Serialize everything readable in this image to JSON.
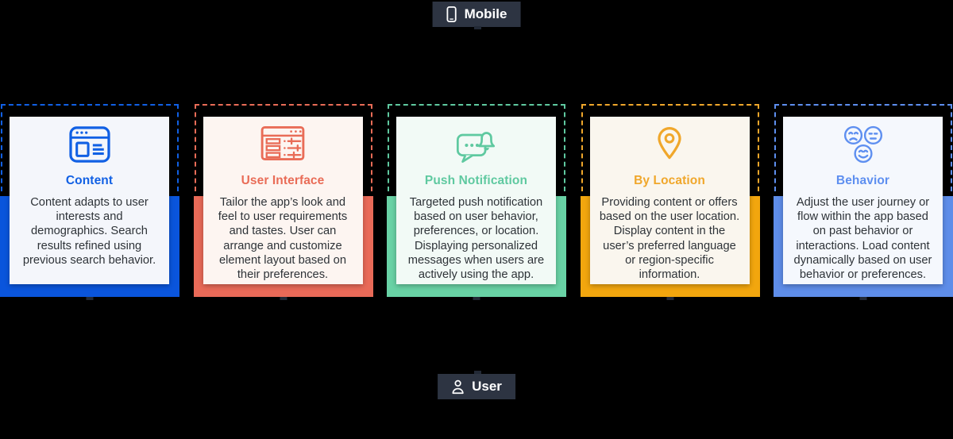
{
  "page": {
    "background": "#000000",
    "badge_bg": "#2d3442",
    "badge_text_color": "#ffffff",
    "body_text_color": "#2e3338"
  },
  "mobile_badge": {
    "label": "Mobile",
    "icon": "smartphone-icon"
  },
  "user_badge": {
    "label": "User",
    "icon": "person-icon"
  },
  "cards": [
    {
      "title": "Content",
      "description": "Content adapts to user interests and demographics. Search results refined using previous search behavior.",
      "icon": "browser-content-icon",
      "accent_color": "#1160e4",
      "solid_color": "#0a55dc",
      "card_bg": "#f4f6fb"
    },
    {
      "title": "User Interface",
      "description": "Tailor the app’s look and feel to user requirements and tastes. User can arrange and customize element layout based on their preferences.",
      "icon": "ui-layout-sliders-icon",
      "accent_color": "#e96c57",
      "solid_color": "#e96a58",
      "card_bg": "#fdf5f1"
    },
    {
      "title": "Push Notification",
      "description": "Targeted push notification based on user behavior, preferences, or location. Displaying personalized messages when users are actively using the app.",
      "icon": "chat-bubble-bell-icon",
      "accent_color": "#5fc9a0",
      "solid_color": "#69d2a5",
      "card_bg": "#f2faf6"
    },
    {
      "title": "By Location",
      "description": "Providing content or offers based on the user location. Display content in the user’s preferred language or region-specific information.",
      "icon": "map-pin-icon",
      "accent_color": "#f0a72b",
      "solid_color": "#f2a60e",
      "card_bg": "#faf6ee"
    },
    {
      "title": "Behavior",
      "description": "Adjust the user journey or flow within the app based on past behavior or interactions. Load content dynamically based on user behavior or preferences.",
      "icon": "emotion-faces-icon",
      "accent_color": "#5e8ff0",
      "solid_color": "#5e8de9",
      "card_bg": "#f5f8fd"
    }
  ]
}
